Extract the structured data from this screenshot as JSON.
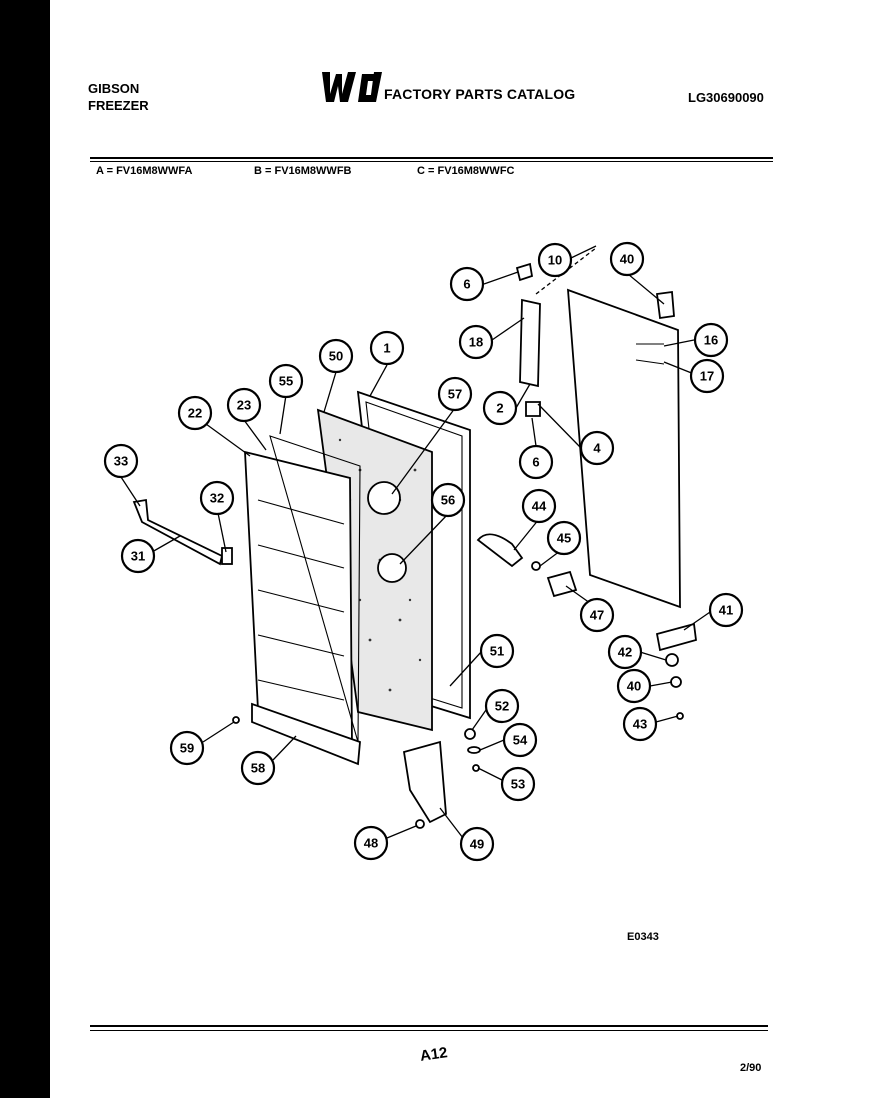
{
  "header": {
    "brand_line1": "GIBSON",
    "brand_line2": "FREEZER",
    "logo_text": "WCI",
    "catalog_title": "FACTORY PARTS CATALOG",
    "catalog_number": "LG30690090"
  },
  "models": {
    "a": "A = FV16M8WWFA",
    "b": "B = FV16M8WWFB",
    "c": "C = FV16M8WWFC"
  },
  "diagram": {
    "figure_code": "E0343",
    "callouts": [
      "1",
      "2",
      "4",
      "6",
      "6",
      "10",
      "16",
      "17",
      "18",
      "22",
      "23",
      "31",
      "32",
      "33",
      "40",
      "40",
      "41",
      "42",
      "43",
      "44",
      "45",
      "47",
      "48",
      "49",
      "50",
      "51",
      "52",
      "53",
      "54",
      "55",
      "56",
      "57",
      "58",
      "59"
    ]
  },
  "footer": {
    "page": "A12",
    "date": "2/90"
  }
}
